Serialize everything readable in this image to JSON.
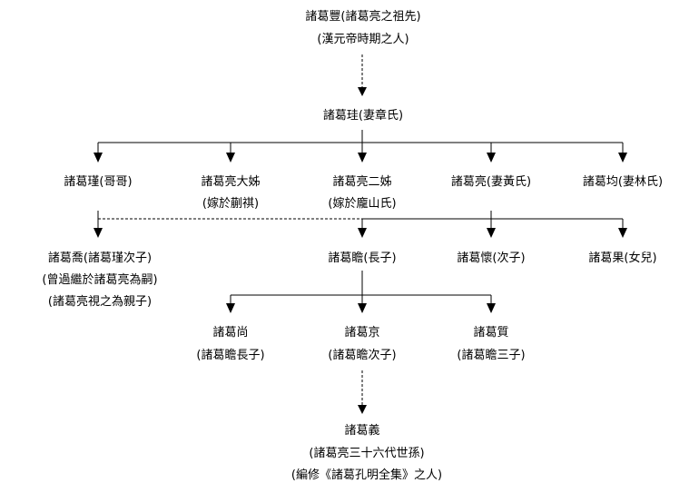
{
  "title": "諸葛亮家族世系圖",
  "nodes": {
    "ancestor": {
      "name": "諸葛豐(諸葛亮之祖先)",
      "note": "(漢元帝時期之人)"
    },
    "father": {
      "name": "諸葛珪(妻章氏)"
    },
    "jin": {
      "name": "諸葛瑾(哥哥)"
    },
    "elder_sister": {
      "name": "諸葛亮大姊",
      "note": "(嫁於蒯祺)"
    },
    "second_sister": {
      "name": "諸葛亮二姊",
      "note": "(嫁於龐山氏)"
    },
    "liang": {
      "name": "諸葛亮(妻黃氏)"
    },
    "jun": {
      "name": "諸葛均(妻林氏)"
    },
    "qiao": {
      "name": "諸葛喬(諸葛瑾次子)",
      "note1": "(曾過繼於諸葛亮為嗣)",
      "note2": "(諸葛亮視之為親子)"
    },
    "zhan": {
      "name": "諸葛瞻(長子)"
    },
    "huai": {
      "name": "諸葛懷(次子)"
    },
    "guo": {
      "name": "諸葛果(女兒)"
    },
    "shang": {
      "name": "諸葛尚",
      "note": "(諸葛瞻長子)"
    },
    "jing": {
      "name": "諸葛京",
      "note": "(諸葛瞻次子)"
    },
    "zhi": {
      "name": "諸葛質",
      "note": "(諸葛瞻三子)"
    },
    "yi": {
      "name": "諸葛義",
      "note1": "(諸葛亮三十六代世孫)",
      "note2": "(編修《諸葛孔明全集》之人)"
    }
  }
}
